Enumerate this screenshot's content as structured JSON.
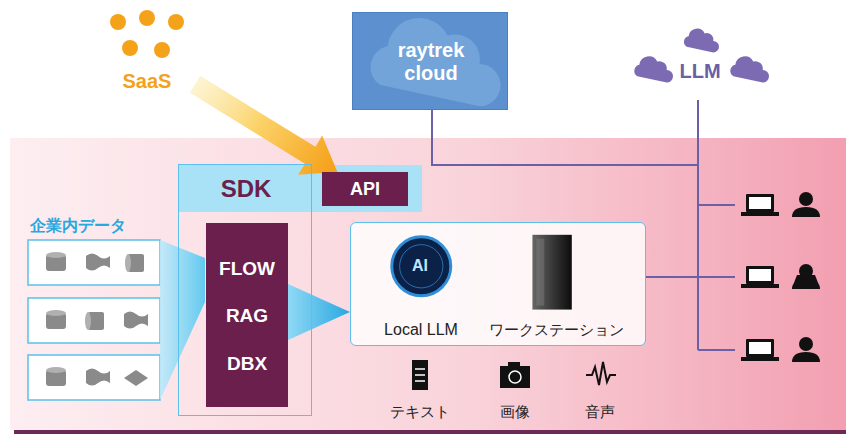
{
  "diagram": {
    "nodes": [
      {
        "text": [
          "SaaS"
        ]
      },
      {
        "text": [
          "raytrek cloud"
        ]
      },
      {
        "text": [
          "LLM"
        ]
      },
      {
        "text": [
          "SDK"
        ]
      },
      {
        "text": [
          "API"
        ]
      },
      {
        "text": [
          "FLOW",
          "RAG",
          "DBX"
        ],
        "in": 3
      },
      {
        "text": [
          "Local LLM",
          "ワークステーション"
        ]
      }
    ],
    "edges": [
      {
        "from": 0,
        "to": 4,
        "arrow": "to"
      },
      {
        "from": 5,
        "to": 6,
        "arrow": "to"
      }
    ],
    "labels": [
      "企業内データ",
      "AI",
      "テキスト",
      "画像",
      "音声"
    ]
  }
}
